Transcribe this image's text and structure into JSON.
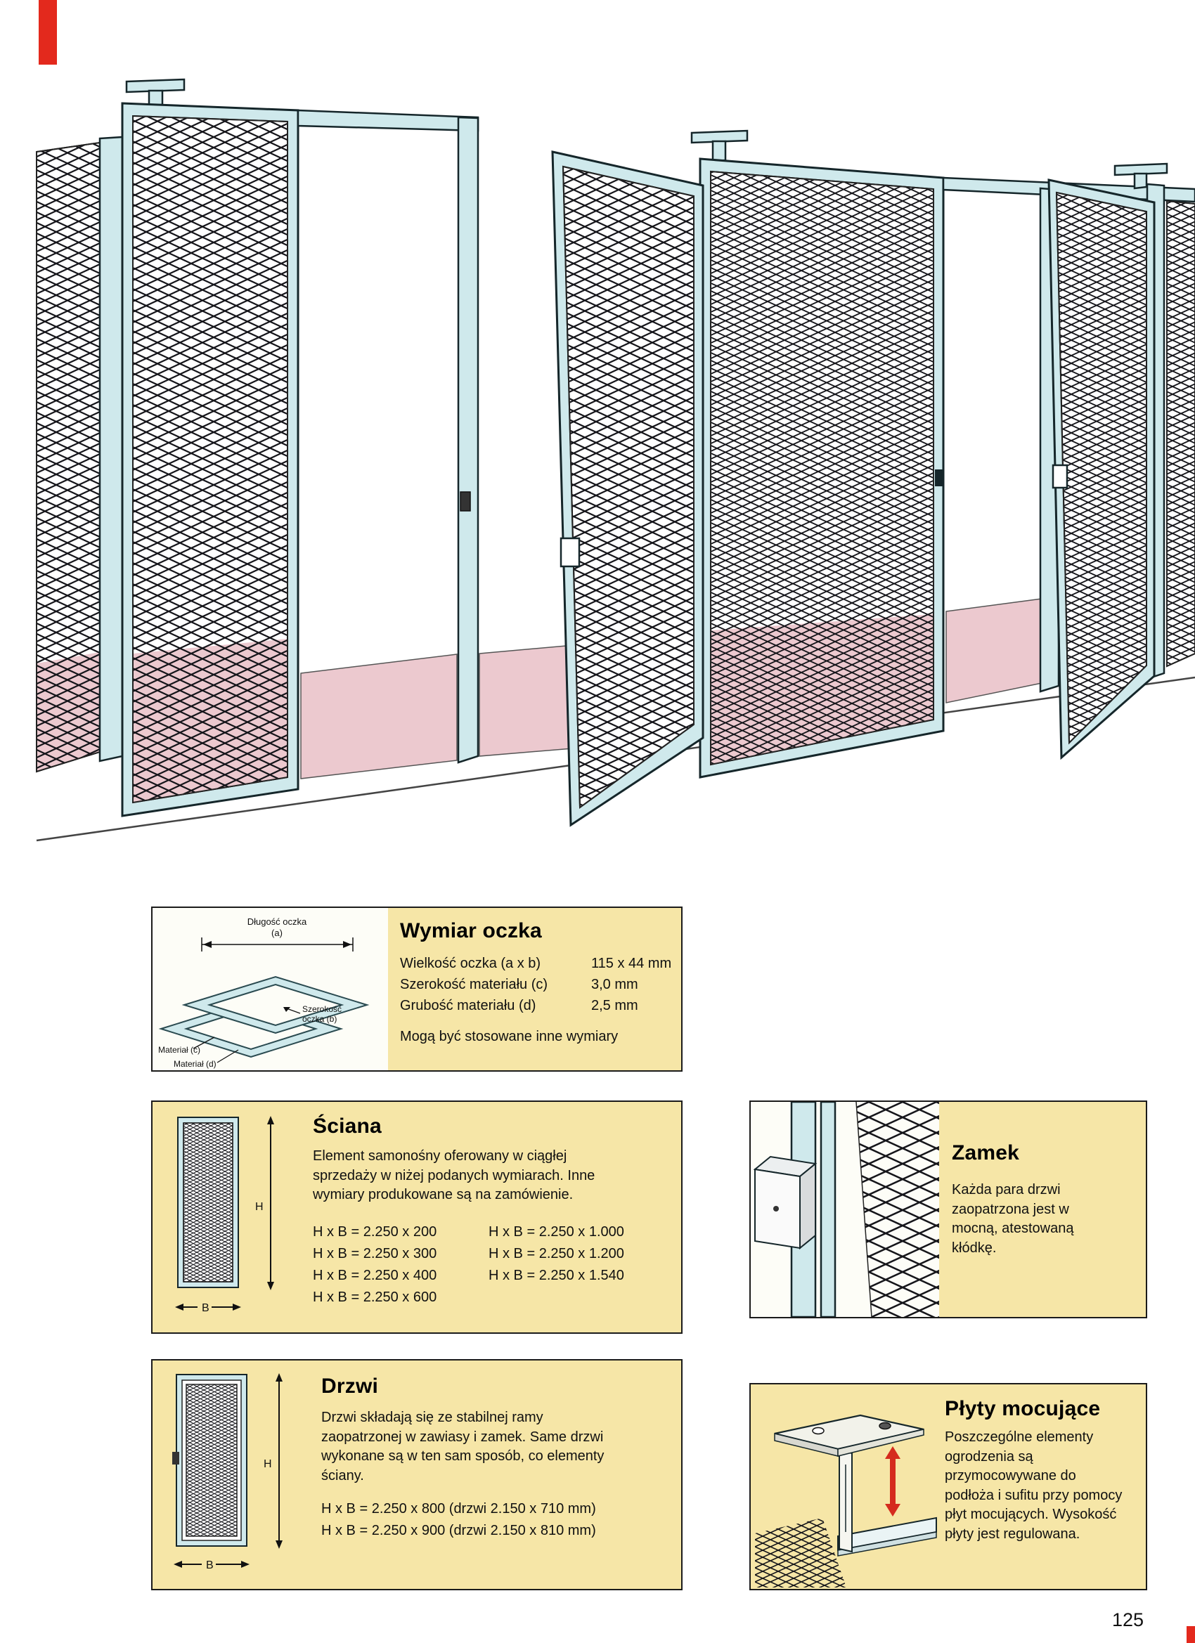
{
  "page": {
    "number": "125"
  },
  "box_wymiar": {
    "title": "Wymiar oczka",
    "spec1_label": "Wielkość oczka (a x b)",
    "spec1_value": "115 x 44 mm",
    "spec2_label": "Szerokość materiału (c)",
    "spec2_value": "3,0 mm",
    "spec3_label": "Grubość materiału (d)",
    "spec3_value": "2,5 mm",
    "note": "Mogą być stosowane inne wymiary",
    "diag": {
      "top_label": "Długość oczka",
      "top_sub": "(a)",
      "width_label": "Szerokość",
      "width_label2": "oczka (b)",
      "mat_c": "Materiał (c)",
      "mat_d": "Materiał (d)"
    }
  },
  "box_sciana": {
    "title": "Ściana",
    "body": "Element samonośny oferowany w ciągłej sprzedaży w niżej podanych wymiarach. Inne wymiary produkowane są na zamówienie.",
    "col1": [
      "H x B = 2.250 x 200",
      "H x B = 2.250 x 300",
      "H x B = 2.250 x 400",
      "H x B = 2.250 x 600"
    ],
    "col2": [
      "H x B = 2.250 x 1.000",
      "H x B = 2.250 x 1.200",
      "H x B = 2.250 x 1.540"
    ],
    "h": "H",
    "b": "B"
  },
  "box_zamek": {
    "title": "Zamek",
    "body": "Każda para drzwi zaopatrzona jest w mocną, atestowaną kłódkę."
  },
  "box_drzwi": {
    "title": "Drzwi",
    "body": "Drzwi składają się ze stabilnej ramy zaopatrzonej w zawiasy i zamek. Same drzwi wykonane są w ten sam sposób, co elementy ściany.",
    "dims": [
      "H x B = 2.250 x 800 (drzwi 2.150 x 710 mm)",
      "H x B = 2.250 x 900 (drzwi 2.150 x 810 mm)"
    ],
    "h": "H",
    "b": "B"
  },
  "box_plyty": {
    "title": "Płyty mocujące",
    "body": "Poszczególne elementy ogrodzenia są przymocowywane do podłoża i sufitu przy pomocy płyt mocujących. Wysokość płyty jest regulowana."
  },
  "colors": {
    "frame_cyan": "#cfe9ec",
    "floor_pink": "#ecc9cf",
    "box_yellow": "#f6e6a7",
    "scan_red": "#e3291d",
    "arrow_red": "#d52b1e"
  }
}
